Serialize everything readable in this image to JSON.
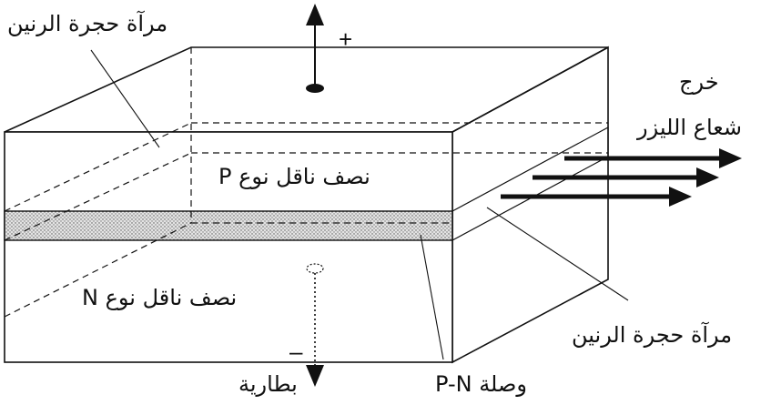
{
  "labels": {
    "mirror_top": "مرآة حجرة الرنين",
    "mirror_bottom": "مرآة حجرة الرنين",
    "output_line1": "خرج",
    "output_line2": "شعاع الليزر",
    "p_layer": "نصف ناقل نوع P",
    "n_layer": "نصف ناقل نوع N",
    "junction": "وصلة  P-N",
    "battery": "بطارية",
    "plus": "+",
    "minus": "–"
  },
  "colors": {
    "ink": "#111111",
    "junction_fill": "#d9d9d9",
    "background": "#ffffff"
  }
}
